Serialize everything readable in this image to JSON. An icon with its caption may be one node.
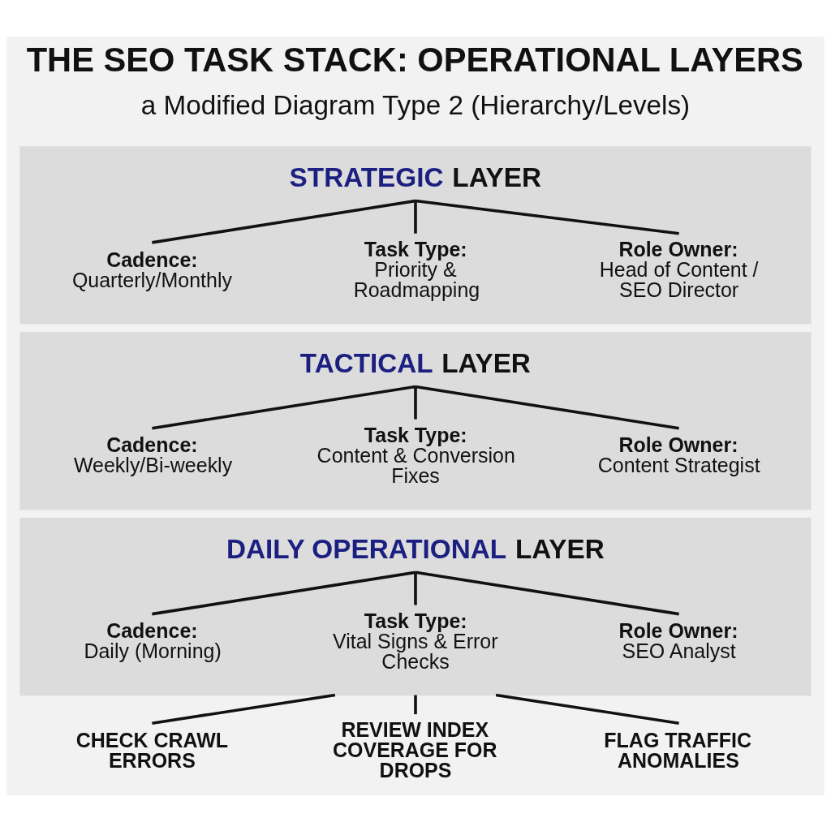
{
  "diagram": {
    "title": "THE SEO TASK STACK: OPERATIONAL LAYERS",
    "nodes": [
      {
        "text": [],
        "shape": "box"
      },
      {
        "text": [
          "STRATEGIC LAYER"
        ],
        "in": 0
      },
      {
        "text": [
          "Cadence:",
          "Quarterly/Monthly"
        ],
        "in": 0
      },
      {
        "text": [
          "Task Type:",
          "Priority & Roadmapping"
        ],
        "in": 0
      },
      {
        "text": [
          "Role Owner:",
          "Head of Content / SEO Director"
        ],
        "in": 0
      },
      {
        "text": [],
        "shape": "box"
      },
      {
        "text": [
          "TACTICAL LAYER"
        ],
        "in": 5
      },
      {
        "text": [
          "Cadence:",
          "Weekly/Bi-weekly"
        ],
        "in": 5
      },
      {
        "text": [
          "Task Type:",
          "Content & Conversion Fixes"
        ],
        "in": 5
      },
      {
        "text": [
          "Role Owner:",
          "Content Strategist"
        ],
        "in": 5
      },
      {
        "text": [],
        "shape": "box"
      },
      {
        "text": [
          "DAILY OPERATIONAL LAYER"
        ],
        "in": 10
      },
      {
        "text": [
          "Cadence:",
          "Daily (Morning)"
        ],
        "in": 10
      },
      {
        "text": [
          "Task Type:",
          "Vital Signs & Error Checks"
        ],
        "in": 10
      },
      {
        "text": [
          "Role Owner:",
          "SEO Analyst"
        ],
        "in": 10
      },
      {
        "text": [
          "CHECK CRAWL ERRORS"
        ]
      },
      {
        "text": [
          "REVIEW INDEX COVERAGE FOR DROPS"
        ]
      },
      {
        "text": [
          "FLAG TRAFFIC ANOMALIES"
        ]
      }
    ],
    "edges": [
      {
        "from": 1,
        "to": 2,
        "arrow": "none"
      },
      {
        "from": 1,
        "to": 3,
        "arrow": "none"
      },
      {
        "from": 1,
        "to": 4,
        "arrow": "none"
      },
      {
        "from": 6,
        "to": 7,
        "arrow": "none"
      },
      {
        "from": 6,
        "to": 8,
        "arrow": "none"
      },
      {
        "from": 6,
        "to": 9,
        "arrow": "none"
      },
      {
        "from": 11,
        "to": 12,
        "arrow": "none"
      },
      {
        "from": 11,
        "to": 13,
        "arrow": "none"
      },
      {
        "from": 11,
        "to": 14,
        "arrow": "none"
      },
      {
        "from": 10,
        "to": 15,
        "arrow": "none"
      },
      {
        "from": 10,
        "to": 16,
        "arrow": "none"
      },
      {
        "from": 10,
        "to": 17,
        "arrow": "none"
      }
    ],
    "labels": [
      "a Modified Diagram Type 2 (Hierarchy/Levels)"
    ]
  }
}
